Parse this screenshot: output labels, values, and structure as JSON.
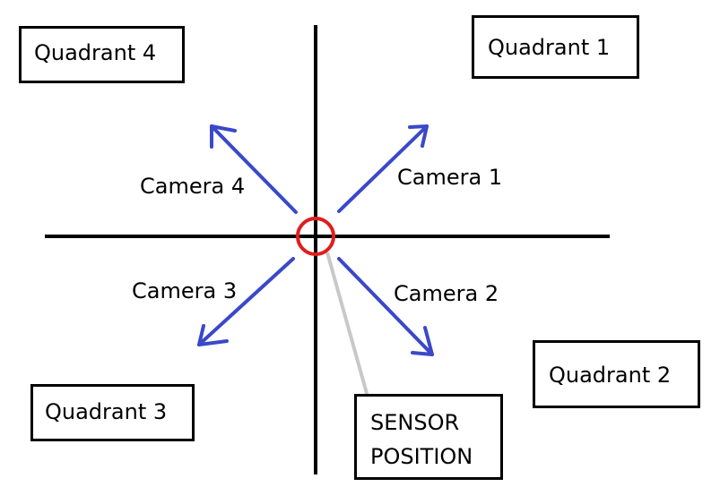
{
  "quadrants": {
    "q1": "Quadrant 1",
    "q2": "Quadrant 2",
    "q3": "Quadrant 3",
    "q4": "Quadrant 4"
  },
  "cameras": {
    "c1": "Camera 1",
    "c2": "Camera 2",
    "c3": "Camera 3",
    "c4": "Camera 4"
  },
  "sensor_label": "SENSOR\nPOSITION",
  "colors": {
    "axes": "#000000",
    "arrows": "#3a48c9",
    "sensor_marker": "#e01d1d",
    "leader_line": "#c8c8c8"
  }
}
